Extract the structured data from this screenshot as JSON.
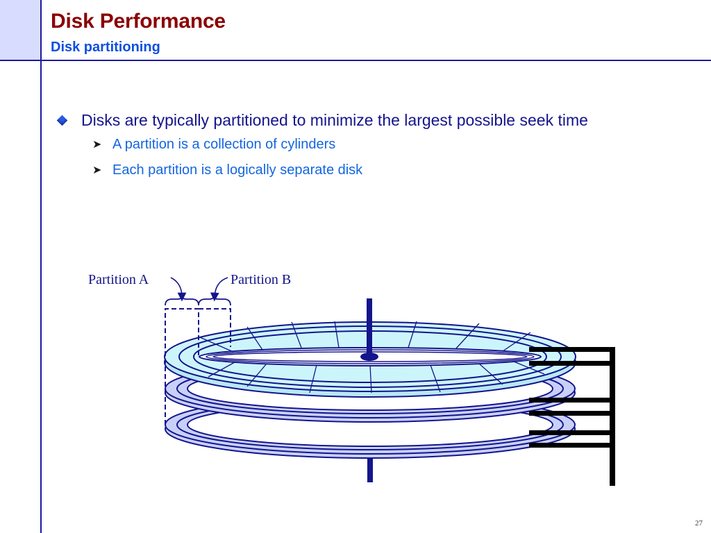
{
  "header": {
    "title": "Disk Performance",
    "subtitle": "Disk partitioning"
  },
  "bullets": [
    {
      "text": "Disks are typically partitioned to minimize the largest possible seek time",
      "sub": [
        "A partition is a collection of cylinders",
        "Each partition is a logically separate disk"
      ]
    }
  ],
  "diagram": {
    "labels": {
      "partition_a": "Partition A",
      "partition_b": "Partition B"
    },
    "platter_count": 3,
    "colors": {
      "platter_top": "#ccf5fb",
      "platter_lower": "#c8d0f8",
      "outline": "#14148c",
      "arms": "#000000"
    }
  },
  "footer": {
    "page_number": "27"
  }
}
